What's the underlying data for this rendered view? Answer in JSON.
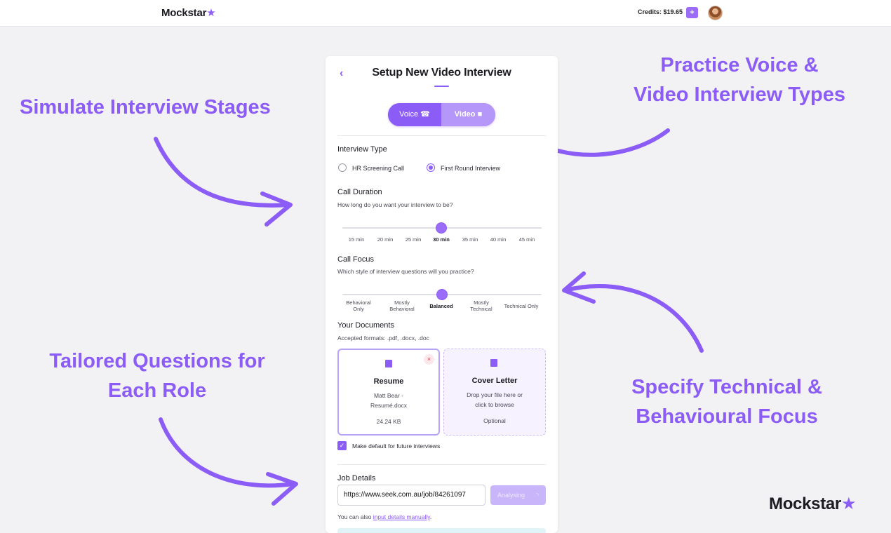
{
  "colors": {
    "accent": "#8b5cf6",
    "accent_light": "#b497f8",
    "background": "#f2f2f4"
  },
  "topbar": {
    "brand": "Mockstar",
    "brand_star": "★",
    "credits": "Credits: $19.65",
    "add_credits_label": "+"
  },
  "callouts": {
    "stages": "Simulate Interview Stages",
    "types_line1": "Practice Voice &",
    "types_line2": "Video Interview Types",
    "tailored_line1": "Tailored Questions for",
    "tailored_line2": "Each Role",
    "focus_line1": "Specify Technical &",
    "focus_line2": "Behavioural Focus"
  },
  "card": {
    "back_icon": "‹",
    "title": "Setup New Video Interview",
    "mode_toggle": {
      "voice": "Voice ☎",
      "video": "Video ■",
      "selected": "Video"
    },
    "interview_type": {
      "label": "Interview Type",
      "options": [
        "HR Screening Call",
        "First Round Interview"
      ],
      "selected": "First Round Interview"
    },
    "call_duration": {
      "label": "Call Duration",
      "hint": "How long do you want your interview to be?",
      "ticks": [
        "15 min",
        "20 min",
        "25 min",
        "30 min",
        "35 min",
        "40 min",
        "45 min"
      ],
      "selected": "30 min"
    },
    "call_focus": {
      "label": "Call Focus",
      "hint": "Which style of interview questions will you practice?",
      "ticks": [
        "Behavioral Only",
        "Mostly Behavioral",
        "Balanced",
        "Mostly Technical",
        "Technical Only"
      ],
      "selected": "Balanced"
    },
    "documents": {
      "label": "Your Documents",
      "formats": "Accepted formats: .pdf, .docx, .doc",
      "remove_icon": "×",
      "resume": {
        "title": "Resume",
        "file_line1": "Matt Bear -",
        "file_line2": "Resumé.docx",
        "size": "24.24 KB"
      },
      "cover_letter": {
        "title": "Cover Letter",
        "drop_line1": "Drop your file here or",
        "drop_line2": "click to browse",
        "status": "Optional"
      },
      "make_default": {
        "label": "Make default for future interviews",
        "checked": true,
        "check_glyph": "✓"
      }
    },
    "job_details": {
      "label": "Job Details",
      "url_value": "https://www.seek.com.au/job/84261097",
      "analysing_label": "Analysing",
      "analysing_spinner": "◝",
      "manual_prefix": "You can also ",
      "manual_link": "input details manually",
      "manual_suffix": "."
    }
  },
  "footer_brand": {
    "name": "Mockstar",
    "star": "★"
  }
}
